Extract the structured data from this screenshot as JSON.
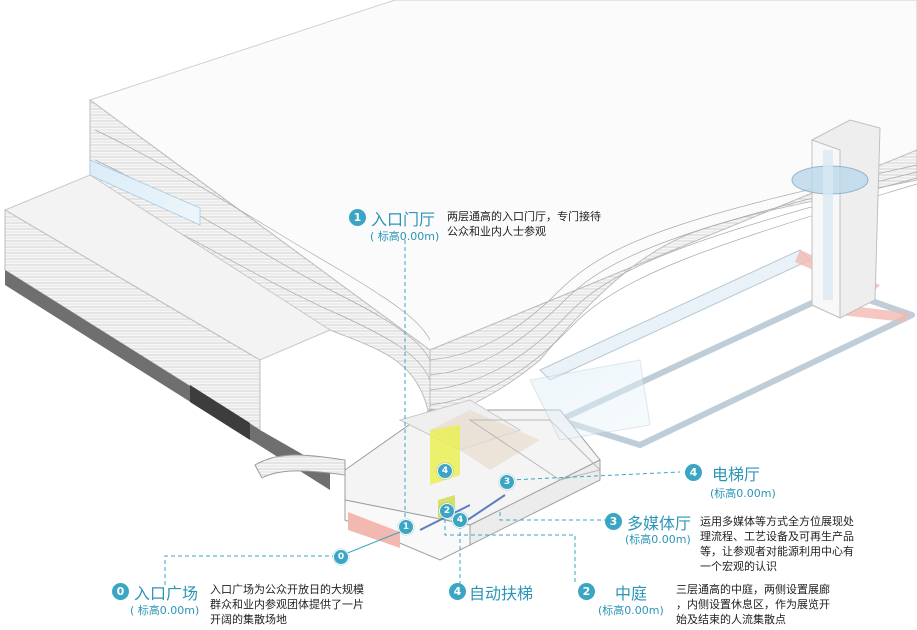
{
  "labels": {
    "entrance_hall": {
      "num": "1",
      "title": "入口门厅",
      "elevation": "( 标高0.00m)",
      "desc": [
        "两层通高的入口门厅，专门接待",
        "公众和业内人士参观"
      ]
    },
    "elevator_hall": {
      "num": "4",
      "title": "电梯厅",
      "elevation": "(标高0.00m)"
    },
    "multimedia_hall": {
      "num": "3",
      "title": "多媒体厅",
      "elevation": "(标高0.00m)",
      "desc": [
        "运用多媒体等方式全方位展现处",
        "理流程、工艺设备及可再生产品",
        "等，让参观者对能源利用中心有",
        "一个宏观的认识"
      ]
    },
    "entrance_plaza": {
      "num": "0",
      "title": "入口广场",
      "elevation": "( 标高0.00m)",
      "desc": [
        "入口广场为公众开放日的大规模",
        "群众和业内参观团体提供了一片",
        "开阔的集散场地"
      ]
    },
    "escalator": {
      "num": "4",
      "title": "自动扶梯"
    },
    "atrium": {
      "num": "2",
      "title": "中庭",
      "elevation": "(标高0.00m)",
      "desc": [
        "三层通高的中庭，两侧设置展廊",
        "，内侧设置休息区，作为展览开",
        "始及结束的人流集散点"
      ]
    }
  },
  "markers": [
    "1",
    "2",
    "3",
    "4",
    "4",
    "0"
  ],
  "colors": {
    "accent": "#3aa6c4",
    "label_text": "#2b95b8",
    "leader": "#3aa6c4",
    "highlight_yellow": "#e9ef55",
    "highlight_pink": "#f2b9b0"
  }
}
